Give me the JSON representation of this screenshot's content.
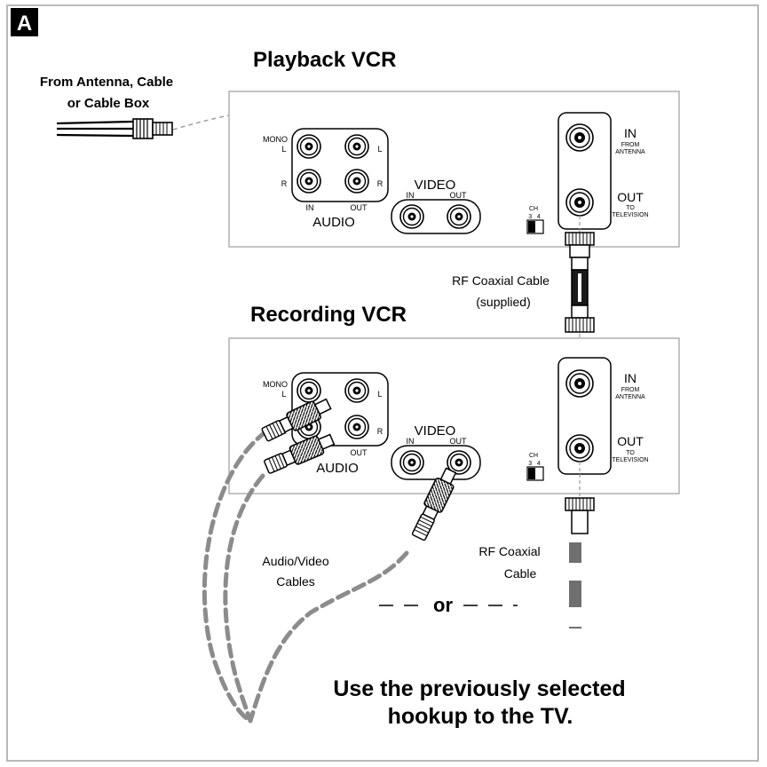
{
  "badge": "A",
  "source_label": [
    "From Antenna, Cable",
    "or Cable Box"
  ],
  "playback_vcr": {
    "title": "Playback VCR",
    "audio": {
      "mono": "MONO",
      "l": "L",
      "r": "R",
      "in": "IN",
      "out": "OUT",
      "title": "AUDIO"
    },
    "video": {
      "title": "VIDEO",
      "in": "IN",
      "out": "OUT"
    },
    "ch": {
      "label": "CH",
      "values": "3   4"
    },
    "rf_in": {
      "main": "IN",
      "sub": [
        "FROM",
        "ANTENNA"
      ]
    },
    "rf_out": {
      "main": "OUT",
      "sub": [
        "TO",
        "TELEVISION"
      ]
    }
  },
  "rf_cable_supplied": [
    "RF Coaxial Cable",
    "(supplied)"
  ],
  "recording_vcr": {
    "title": "Recording VCR",
    "audio": {
      "mono": "MONO",
      "l": "L",
      "r": "R",
      "out": "OUT",
      "title": "AUDIO"
    },
    "video": {
      "title": "VIDEO",
      "in": "IN",
      "out": "OUT"
    },
    "ch": {
      "label": "CH",
      "values": "3   4"
    },
    "rf_in": {
      "main": "IN",
      "sub": [
        "FROM",
        "ANTENNA"
      ]
    },
    "rf_out": {
      "main": "OUT",
      "sub": [
        "TO",
        "TELEVISION"
      ]
    }
  },
  "av_cables": [
    "Audio/Video",
    "Cables"
  ],
  "rf_cable": [
    "RF Coaxial",
    "Cable"
  ],
  "or_text": "or",
  "footer": [
    "Use the previously selected",
    "hookup to the TV."
  ]
}
